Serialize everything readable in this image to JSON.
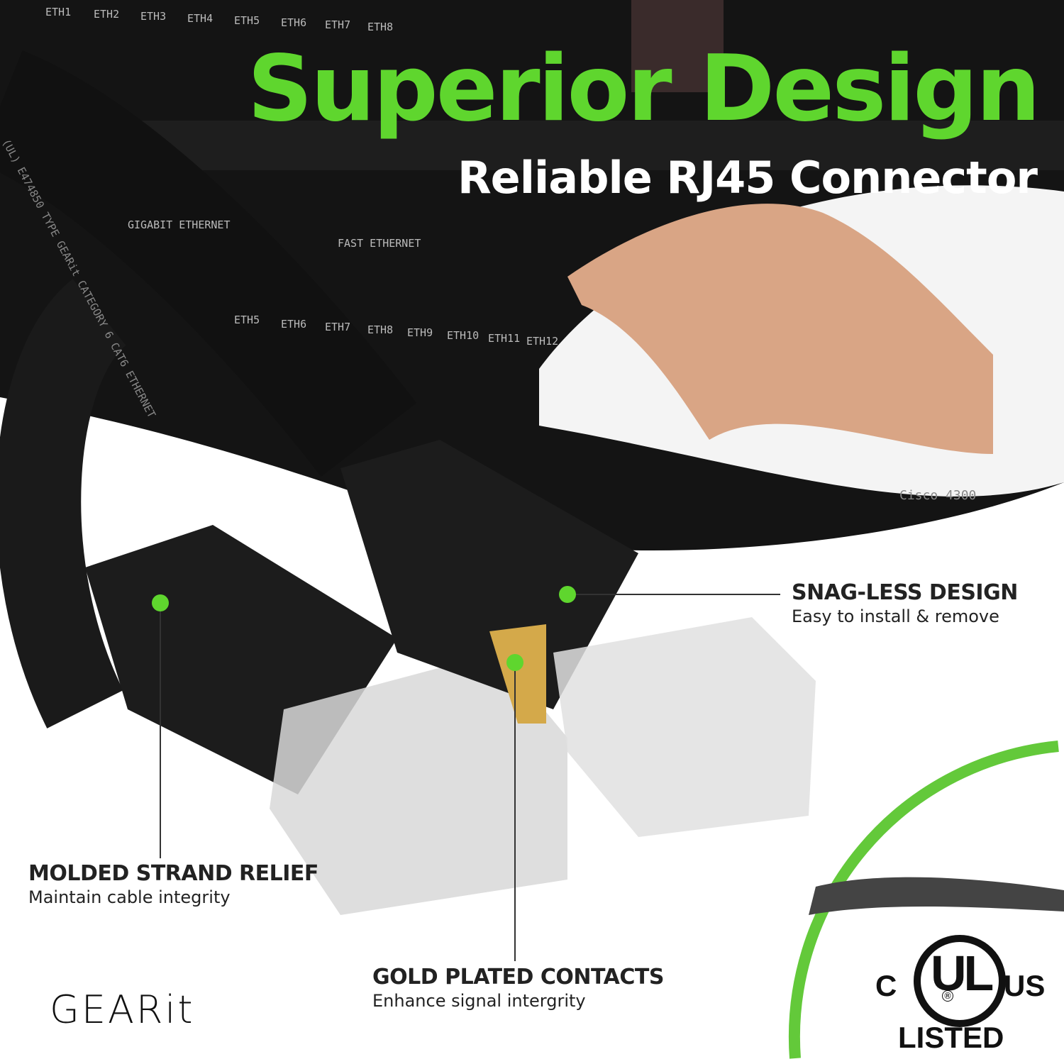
{
  "header": {
    "title": "Superior Design",
    "subtitle": "Reliable RJ45 Connector"
  },
  "callouts": [
    {
      "title": "SNAG-LESS DESIGN",
      "subtitle": "Easy to install & remove"
    },
    {
      "title": "MOLDED STRAND RELIEF",
      "subtitle": "Maintain cable integrity"
    },
    {
      "title": "GOLD PLATED CONTACTS",
      "subtitle": "Enhance signal intergrity"
    }
  ],
  "background": {
    "rack_labels_top": [
      "ETH1",
      "ETH2",
      "ETH3",
      "ETH4",
      "ETH5",
      "ETH6",
      "ETH7",
      "ETH8"
    ],
    "rack_labels_bottom": [
      "ETH5",
      "ETH6",
      "ETH7",
      "ETH8",
      "ETH9",
      "ETH10",
      "ETH11",
      "ETH12"
    ],
    "section_labels": [
      "GIGABIT ETHERNET",
      "FAST ETHERNET"
    ],
    "cable_print": "(UL) E474850 TYPE GEARit CATEGORY 6 CAT6 ETHERNET",
    "device_label": "Cisco 4300"
  },
  "brand": {
    "logo": "GEARit"
  },
  "certification": {
    "c": "C",
    "mark": "UL",
    "us": "US",
    "listed": "LISTED"
  },
  "colors": {
    "accent": "#5fd62e",
    "text": "#222222",
    "rack": "#141414"
  }
}
